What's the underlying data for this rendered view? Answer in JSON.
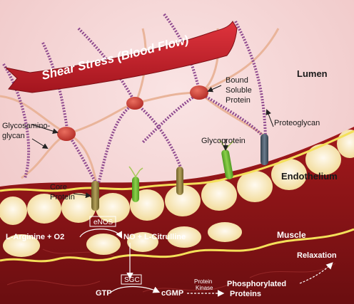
{
  "banner": {
    "title": "Shear Stress (Blood Flow)"
  },
  "regions": {
    "lumen": "Lumen",
    "endothelium": "Endothelium",
    "muscle": "Muscle"
  },
  "labels": {
    "bound_soluble_protein": [
      "Bound",
      "Soluble",
      "Protein"
    ],
    "glycosaminoglycan": [
      "Glycosamino-",
      "glycan"
    ],
    "proteoglycan": "Proteoglycan",
    "glycoprotein": "Glycoprotein",
    "core_protein": [
      "Core",
      "Protein"
    ]
  },
  "pathway": {
    "enzyme_enos": "eNOS",
    "reactants": "L-Arginine + O2",
    "products": "NO + L-Citrulline",
    "enzyme_sgc": "SGC",
    "substrate": "GTP",
    "second_messenger": "cGMP",
    "kinase": [
      "Protein",
      "Kinase"
    ],
    "result": [
      "Phosphorylated",
      "Proteins"
    ],
    "outcome": "Relaxation"
  },
  "colors": {
    "lumen_bg": "#f3d3d3",
    "banner_red": "#c81f2a",
    "tissue_dark": "#7a1013",
    "cell_cream": "#fbf0c8",
    "chain_purple": "#8f4a8f",
    "sphere_red": "#cc3a32",
    "glyco_green": "#6ab42e",
    "core_olive": "#8a7a3a",
    "proteoglycan_slate": "#4e5d6c"
  }
}
